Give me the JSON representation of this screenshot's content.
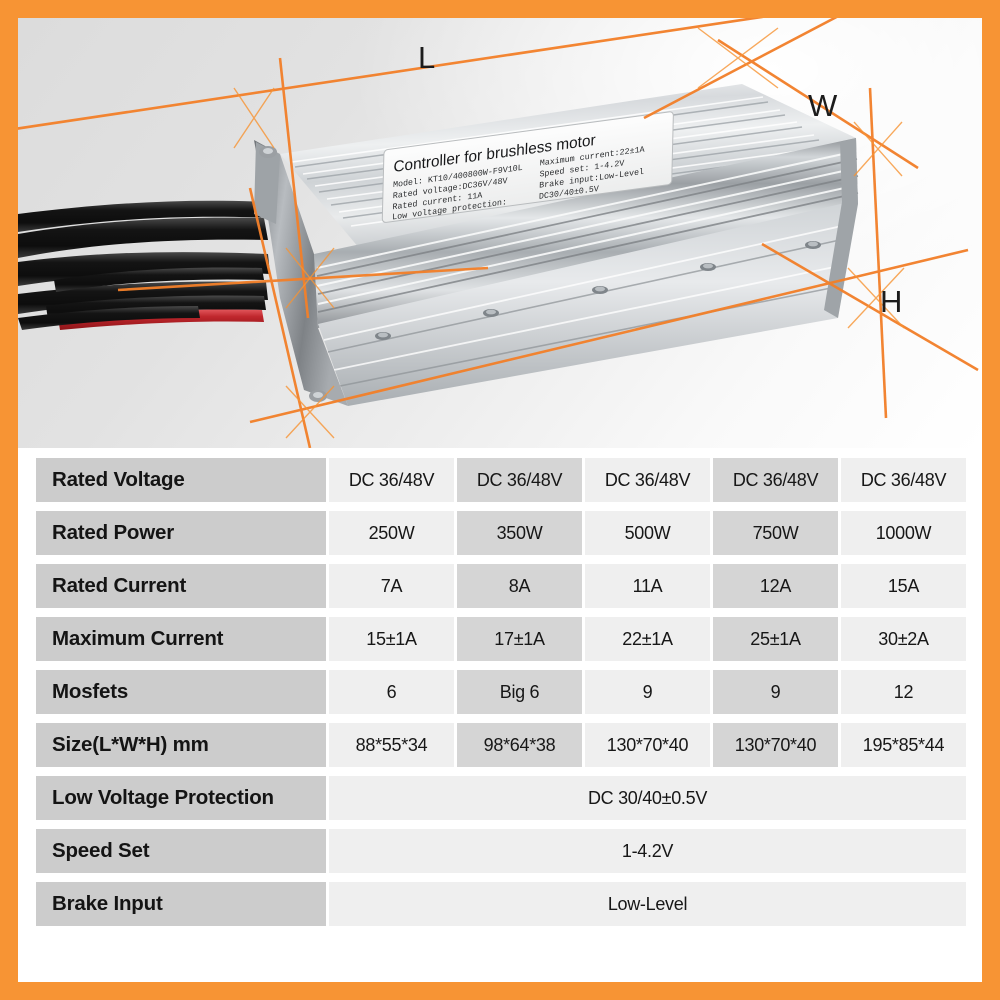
{
  "frame": {
    "border_color": "#F79434"
  },
  "photo": {
    "dimension_labels": [
      {
        "text": "L",
        "name": "dimension-label-length"
      },
      {
        "text": "W",
        "name": "dimension-label-width"
      },
      {
        "text": "H",
        "name": "dimension-label-height"
      }
    ],
    "product_label": {
      "title": "Controller for brushless motor",
      "lines_left": [
        "Model:  KT10/400800W-F9V10L",
        "Rated voltage:DC36V/48V",
        "Rated current:      11A",
        "Low voltage protection:"
      ],
      "lines_right": [
        "Maximum current: 22±1A",
        "Speed set:   1-4.2V",
        "Brake input:Low-Level",
        "DC30/40±0.5V"
      ]
    },
    "cable_colors": {
      "black": "#1b1b1b",
      "red": "#c0272d"
    },
    "body_color": "#c9cbcd"
  },
  "spec_table": {
    "rows": [
      {
        "label": "Rated Voltage",
        "values": [
          "DC 36/48V",
          "DC 36/48V",
          "DC 36/48V",
          "DC 36/48V",
          "DC 36/48V"
        ]
      },
      {
        "label": "Rated Power",
        "values": [
          "250W",
          "350W",
          "500W",
          "750W",
          "1000W"
        ]
      },
      {
        "label": "Rated Current",
        "values": [
          "7A",
          "8A",
          "11A",
          "12A",
          "15A"
        ]
      },
      {
        "label": "Maximum Current",
        "values": [
          "15±1A",
          "17±1A",
          "22±1A",
          "25±1A",
          "30±2A"
        ]
      },
      {
        "label": "Mosfets",
        "values": [
          "6",
          "Big 6",
          "9",
          "9",
          "12"
        ]
      },
      {
        "label": "Size(L*W*H) mm",
        "values": [
          "88*55*34",
          "98*64*38",
          "130*70*40",
          "130*70*40",
          "195*85*44"
        ]
      }
    ],
    "spanning_rows": [
      {
        "label": "Low Voltage Protection",
        "value": "DC 30/40±0.5V"
      },
      {
        "label": "Speed Set",
        "value": "1-4.2V"
      },
      {
        "label": "Brake Input",
        "value": "Low-Level"
      }
    ]
  }
}
